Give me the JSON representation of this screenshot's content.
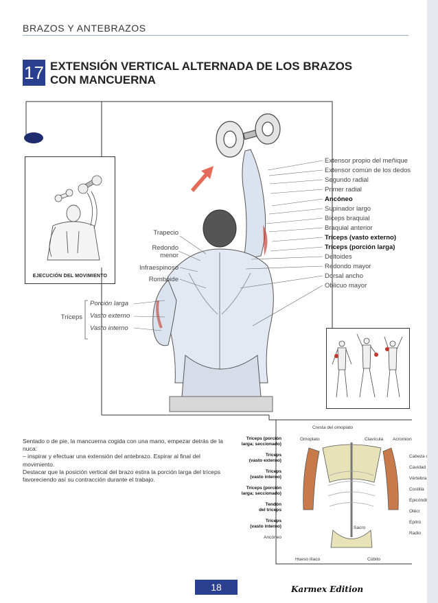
{
  "header": {
    "section": "BRAZOS Y ANTEBRAZOS"
  },
  "exercise": {
    "number": "17",
    "title_line1": "EXTENSIÓN VERTICAL ALTERNADA DE LOS BRAZOS",
    "title_line2": "CON MANCUERNA"
  },
  "mini_figure": {
    "caption": "EJECUCIÓN DEL MOVIMIENTO"
  },
  "muscles_right": [
    {
      "text": "Extensor propio del meñique",
      "bold": false
    },
    {
      "text": "Extensor común de los dedos",
      "bold": false
    },
    {
      "text": "Segundo radial",
      "bold": false
    },
    {
      "text": "Primer radial",
      "bold": false
    },
    {
      "text": "Ancóneo",
      "bold": true
    },
    {
      "text": "Supinador largo",
      "bold": false
    },
    {
      "text": "Bíceps braquial",
      "bold": false
    },
    {
      "text": "Braquial anterior",
      "bold": false
    },
    {
      "text": "Tríceps (vasto externo)",
      "bold": true
    },
    {
      "text": "Tríceps (porción larga)",
      "bold": true
    },
    {
      "text": "Deltoides",
      "bold": false
    },
    {
      "text": "Redondo mayor",
      "bold": false
    },
    {
      "text": "Dorsal ancho",
      "bold": false
    },
    {
      "text": "Oblicuo mayor",
      "bold": false
    }
  ],
  "muscles_left": {
    "trapecio": "Trapecio",
    "redondo_menor_1": "Redondo",
    "redondo_menor_2": "menor",
    "infraespinoso": "Infraespinoso",
    "romboide": "Romboide"
  },
  "triceps_group": {
    "label": "Tríceps",
    "parts": [
      "Porción larga",
      "Vasto externo",
      "Vasto interno"
    ]
  },
  "description": {
    "p1": "Sentado o de pie, la mancuerna cogida con una mano, empezar detrás de la nuca:",
    "p2": "– inspirar y efectuar una extensión del antebrazo. Espirar al final del movimiento.",
    "p3": "Destacar que la posición vertical del brazo estira la porción larga del tríceps favoreciendo así su contracción durante el trabajo."
  },
  "skeleton": {
    "top_label": "Cresta del omoplato",
    "left_labels": [
      {
        "a": "Tríceps (porción",
        "b": "larga; seccionado)"
      },
      {
        "a": "Tríceps",
        "b": "(vasto externo)"
      },
      {
        "a": "Tríceps",
        "b": "(vasto interno)"
      },
      {
        "a": "Tríceps (porción",
        "b": "larga; seccionado)"
      },
      {
        "a": "Tendón",
        "b": "del tríceps"
      },
      {
        "a": "Tríceps",
        "b": "(vasto interno)"
      }
    ],
    "ancóneo": "Ancóneo",
    "top_row": [
      "Omoplato",
      "Clavícula",
      "Acromion"
    ],
    "right_labels": [
      "Cabeza del",
      "Cavidad gl",
      "Vértebra",
      "Costilla",
      "Epicóndilo",
      "Olécr",
      "Epitró",
      "Radio"
    ],
    "sacro": "Sacro",
    "bottom": [
      "Hueso ilíaco",
      "Cúbito"
    ]
  },
  "footer": {
    "page": "18",
    "brand": "Karmex Edition"
  },
  "colors": {
    "accent": "#2a3f8f",
    "muscle_highlight": "#c0392b",
    "arrow": "#e46a5a"
  }
}
